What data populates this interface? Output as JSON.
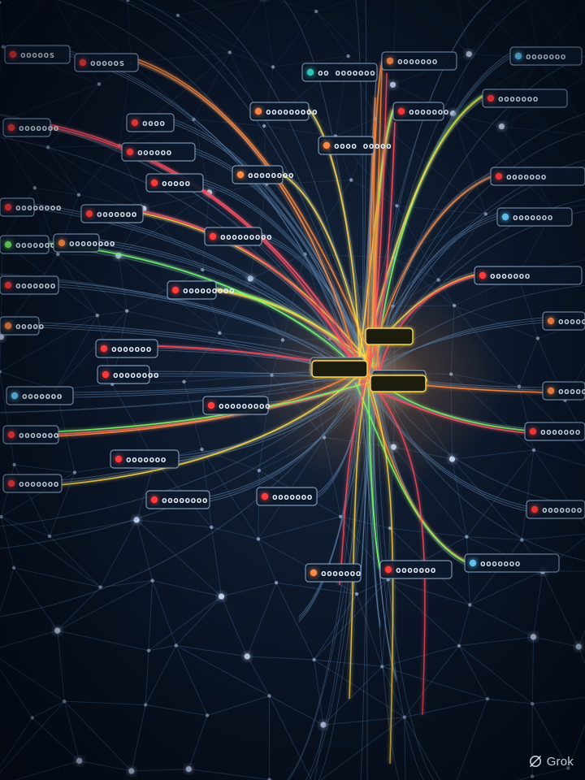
{
  "watermark": {
    "text": "Grok",
    "icon": "grok-logo-icon"
  },
  "palette": {
    "background": "#060d1a",
    "mesh_line": "#3a5f8a",
    "mesh_node": "#cfe2ff",
    "wire_base": "#5b7fa8",
    "accent_red": "#ff4d5e",
    "accent_yellow": "#ffd84a",
    "accent_green": "#7dff6a",
    "accent_orange": "#ff8a3d",
    "chip_border": "#8fa9c9",
    "chip_fill": "#0c1a2d",
    "chip_text": "#e6eefb"
  },
  "nodes": [
    {
      "label": "ooooos",
      "dot": "#ff3b3b"
    },
    {
      "label": "ooooos",
      "dot": "#ff3b3b"
    },
    {
      "label": "ooooooo",
      "dot": "#ff8844"
    },
    {
      "label": "ooooooo",
      "dot": "#66ccff"
    },
    {
      "label": "oo  ooooooo",
      "dot": "#33d6c4"
    },
    {
      "label": "ooooooo",
      "dot": "#ff3b3b"
    },
    {
      "label": "ooooooooo",
      "dot": "#ff8844"
    },
    {
      "label": "oooo",
      "dot": "#ff3b3b"
    },
    {
      "label": "ooooooo",
      "dot": "#ff3b3b"
    },
    {
      "label": "oooooo",
      "dot": "#ff3b3b"
    },
    {
      "label": "oooo ooooo",
      "dot": "#ff8844"
    },
    {
      "label": "ooooooo",
      "dot": "#ff3b3b"
    },
    {
      "label": "ooooo",
      "dot": "#ff3b3b"
    },
    {
      "label": "oooooooo",
      "dot": "#ff8844"
    },
    {
      "label": "ooooooo",
      "dot": "#ff3b3b"
    },
    {
      "label": "oooooooo",
      "dot": "#ff3b3b"
    },
    {
      "label": "ooooooo",
      "dot": "#ff3b3b"
    },
    {
      "label": "ooooooo",
      "dot": "#66ccff"
    },
    {
      "label": "ooooooooo",
      "dot": "#ff3b3b"
    },
    {
      "label": "ooooooo",
      "dot": "#7dff6a"
    },
    {
      "label": "oooooooo",
      "dot": "#ff8844"
    },
    {
      "label": "ooooooo",
      "dot": "#ff3b3b"
    },
    {
      "label": "ooooooooo",
      "dot": "#ff3b3b"
    },
    {
      "label": "ooooooo",
      "dot": "#ff3b3b"
    },
    {
      "label": "ooooo",
      "dot": "#ff8844"
    },
    {
      "label": "ooooooo",
      "dot": "#ff8844"
    },
    {
      "label": "ooooooo",
      "dot": "#ff3b3b"
    },
    {
      "label": "oooooooo",
      "dot": "#ff3b3b"
    },
    {
      "label": "ooooooo",
      "dot": "#ff3b3b"
    },
    {
      "label": "ooooooo",
      "dot": "#33d6c4"
    },
    {
      "label": "ooooooo",
      "dot": "#66ccff"
    },
    {
      "label": "ooooooooo",
      "dot": "#ff3b3b"
    },
    {
      "label": "ooooooo",
      "dot": "#ff3b3b"
    },
    {
      "label": "ooooooo",
      "dot": "#ff8844"
    },
    {
      "label": "ooooooo",
      "dot": "#ff3b3b"
    },
    {
      "label": "ooooooo",
      "dot": "#ff3b3b"
    },
    {
      "label": "ooooooo",
      "dot": "#ff3b3b"
    },
    {
      "label": "oooooooo",
      "dot": "#ff3b3b"
    },
    {
      "label": "ooooooo",
      "dot": "#ff3b3b"
    },
    {
      "label": "ooooooo",
      "dot": "#ff3b3b"
    },
    {
      "label": "ooooooo",
      "dot": "#66ccff"
    },
    {
      "label": "ooooooo",
      "dot": "#ff8844"
    },
    {
      "label": "ooooooo",
      "dot": "#ff3b3b"
    }
  ]
}
